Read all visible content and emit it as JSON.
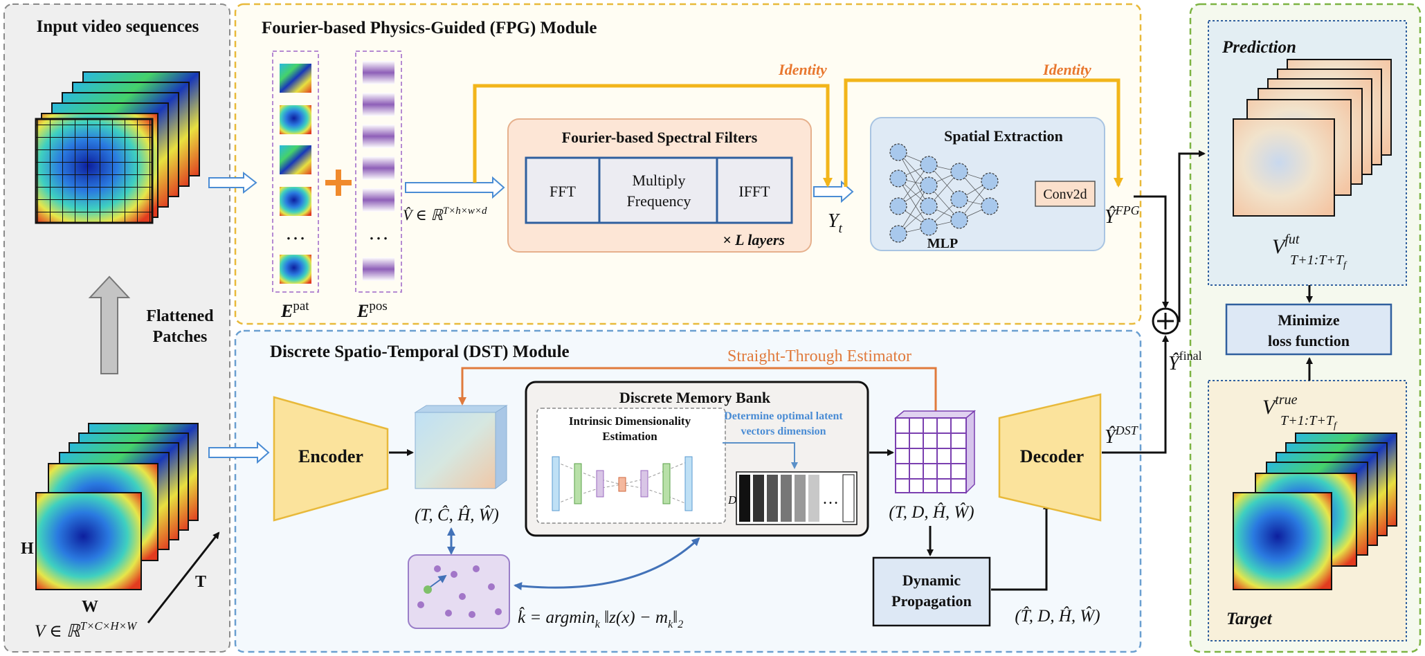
{
  "colors": {
    "fpg_border": "#e8b93a",
    "dst_border": "#6a9fd0",
    "identity_arrow": "#f2b51a",
    "identity_label": "#e8772e",
    "ste": "#e07a3c",
    "plus": "#f08a2c",
    "pos_purple": "#8e5fb8",
    "encoder_fill": "#fbe39c",
    "pred_bg": "#e3eef3",
    "target_bg": "#f8f0da",
    "right_border": "#7cb342"
  },
  "input": {
    "title": "Input video sequences",
    "flatten_label_1": "Flattened",
    "flatten_label_2": "Patches",
    "h_label": "H",
    "w_label": "W",
    "t_label": "T",
    "shape": "V ∈ ℝ",
    "shape_sup": "T×C×H×W"
  },
  "fpg": {
    "title": "Fourier-based Physics-Guided (FPG) Module",
    "e_pat": "E",
    "e_pat_sup": "pat",
    "e_pos": "E",
    "e_pos_sup": "pos",
    "ellipsis": "…",
    "v_hat": "V̂ ∈ ℝ",
    "v_hat_sup": "T×h×w×d",
    "identity_1": "Identity",
    "identity_2": "Identity",
    "filters_title": "Fourier-based Spectral Filters",
    "fft": "FFT",
    "multiply_1": "Multiply",
    "multiply_2": "Frequency",
    "ifft": "IFFT",
    "layers": "× L layers",
    "yt": "Y",
    "yt_sub": "t",
    "spatial_title": "Spatial Extraction",
    "mlp": "MLP",
    "conv": "Conv2d",
    "y_fpg": "Ŷ",
    "y_fpg_sup": "FPG"
  },
  "dst": {
    "title": "Discrete Spatio-Temporal (DST) Module",
    "ste": "Straight-Through Estimator",
    "encoder": "Encoder",
    "enc_shape": "(T, Ĉ, Ĥ, Ŵ)",
    "memory_title": "Discrete Memory Bank",
    "ide_1": "Intrinsic Dimensionality",
    "ide_2": "Estimation",
    "determine_1": "Determine optimal latent",
    "determine_2": "vectors dimension",
    "d_label": "D",
    "dots": "…",
    "codebook_shape": "(T, D, Ĥ, Ŵ)",
    "argmin": "k̂ = argmin",
    "argmin_sub": "k",
    "argmin_tail": " ‖z(x) − m",
    "argmin_tail_sub": "k",
    "argmin_end": "‖",
    "argmin_end_sub": "2",
    "decoder": "Decoder",
    "y_dst": "Ŷ",
    "y_dst_sup": "DST",
    "dyn_1": "Dynamic",
    "dyn_2": "Propagation",
    "dyn_shape": "(T̂, D, Ĥ, Ŵ)"
  },
  "output": {
    "y_final": "Ŷ",
    "y_final_sup": "final",
    "prediction": "Prediction",
    "v_fut": "V",
    "v_fut_sup": "fut",
    "v_fut_sub": "T+1:T+T",
    "v_fut_sub2": "f",
    "minimize_1": "Minimize",
    "minimize_2": "loss function",
    "v_true": "V",
    "v_true_sup": "true",
    "v_true_sub": "T+1:T+T",
    "v_true_sub2": "f",
    "target": "Target"
  }
}
